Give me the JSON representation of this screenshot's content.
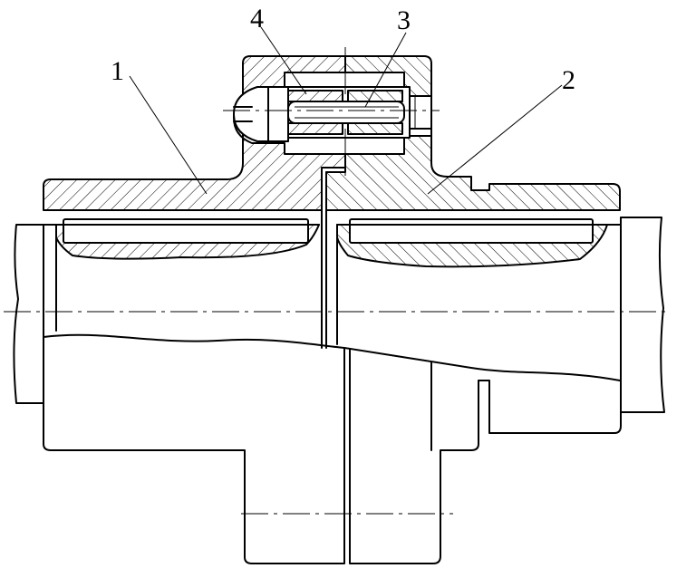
{
  "figure": {
    "callouts": [
      {
        "id": "part-1",
        "label": "1"
      },
      {
        "id": "part-2",
        "label": "2"
      },
      {
        "id": "part-3",
        "label": "3"
      },
      {
        "id": "part-4",
        "label": "4"
      }
    ]
  }
}
